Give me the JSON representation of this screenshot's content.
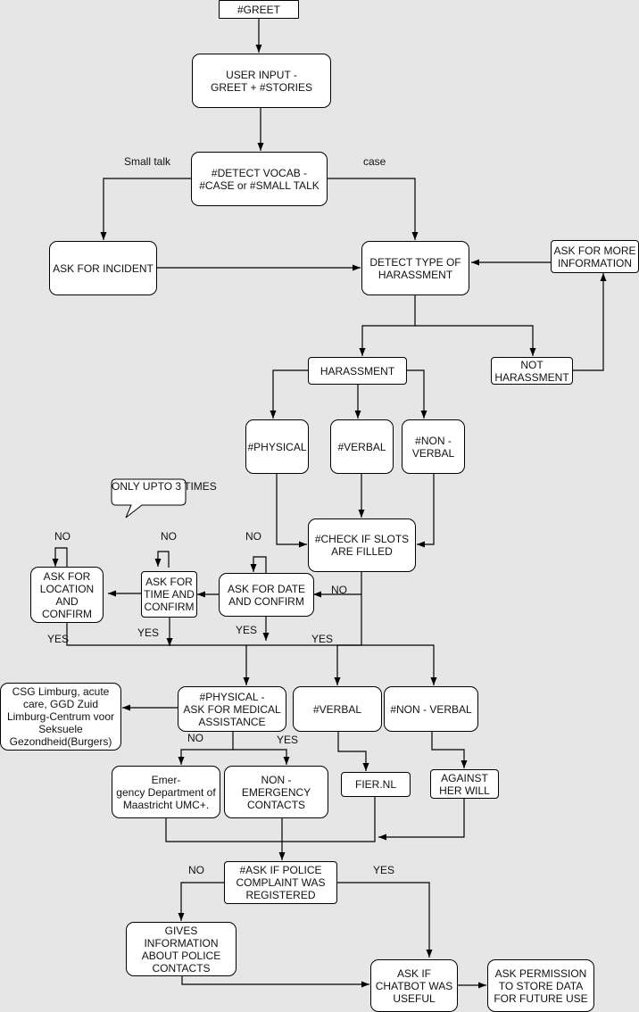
{
  "nodes": {
    "greet": "#GREET",
    "user_input": "USER INPUT -\nGREET + #STORIES",
    "detect_vocab": "#DETECT VOCAB -\n#CASE or #SMALL TALK",
    "ask_incident": "ASK FOR INCIDENT",
    "detect_type": "DETECT TYPE OF\nHARASSMENT",
    "ask_more_info": "ASK FOR MORE\nINFORMATION",
    "harassment": "HARASSMENT",
    "not_harassment": "NOT\nHARASSMENT",
    "physical": "#PHYSICAL",
    "verbal": "#VERBAL",
    "non_verbal": "#NON -\nVERBAL",
    "check_slots": "#CHECK IF SLOTS\nARE FILLED",
    "ask_location": "ASK FOR\nLOCATION\nAND\nCONFIRM",
    "ask_time": "ASK FOR\nTIME AND\nCONFIRM",
    "ask_date": "ASK FOR DATE\nAND CONFIRM",
    "physical_medical": "#PHYSICAL -\nASK FOR MEDICAL\nASSISTANCE",
    "verbal2": "#VERBAL",
    "non_verbal2": "#NON - VERBAL",
    "csg": "CSG Limburg, acute\ncare, GGD Zuid\nLimburg-Centrum voor\nSeksuele\nGezondheid(Burgers)",
    "emergency": "Emer-\ngency Department of\nMaastricht UMC+.",
    "non_emergency": "NON -\nEMERGENCY\nCONTACTS",
    "fier": "FIER.NL",
    "against_will": "AGAINST\nHER WILL",
    "ask_police": "#ASK IF POLICE\nCOMPLAINT WAS\nREGISTERED",
    "gives_info": "GIVES\nINFORMATION\nABOUT POLICE\nCONTACTS",
    "ask_useful": "ASK IF\nCHATBOT WAS\nUSEFUL",
    "ask_permission": "ASK PERMISSION\nTO STORE DATA\nFOR FUTURE USE"
  },
  "callout": "ONLY UPTO 3\nTIMES",
  "labels": {
    "small_talk": "Small talk",
    "case": "case",
    "no_location": "NO",
    "no_time": "NO",
    "no_date": "NO",
    "no_slots": "NO",
    "yes_location": "YES",
    "yes_time": "YES",
    "yes_date": "YES",
    "yes_slots": "YES",
    "no_medical": "NO",
    "yes_medical": "YES",
    "no_police": "NO",
    "yes_police": "YES"
  }
}
